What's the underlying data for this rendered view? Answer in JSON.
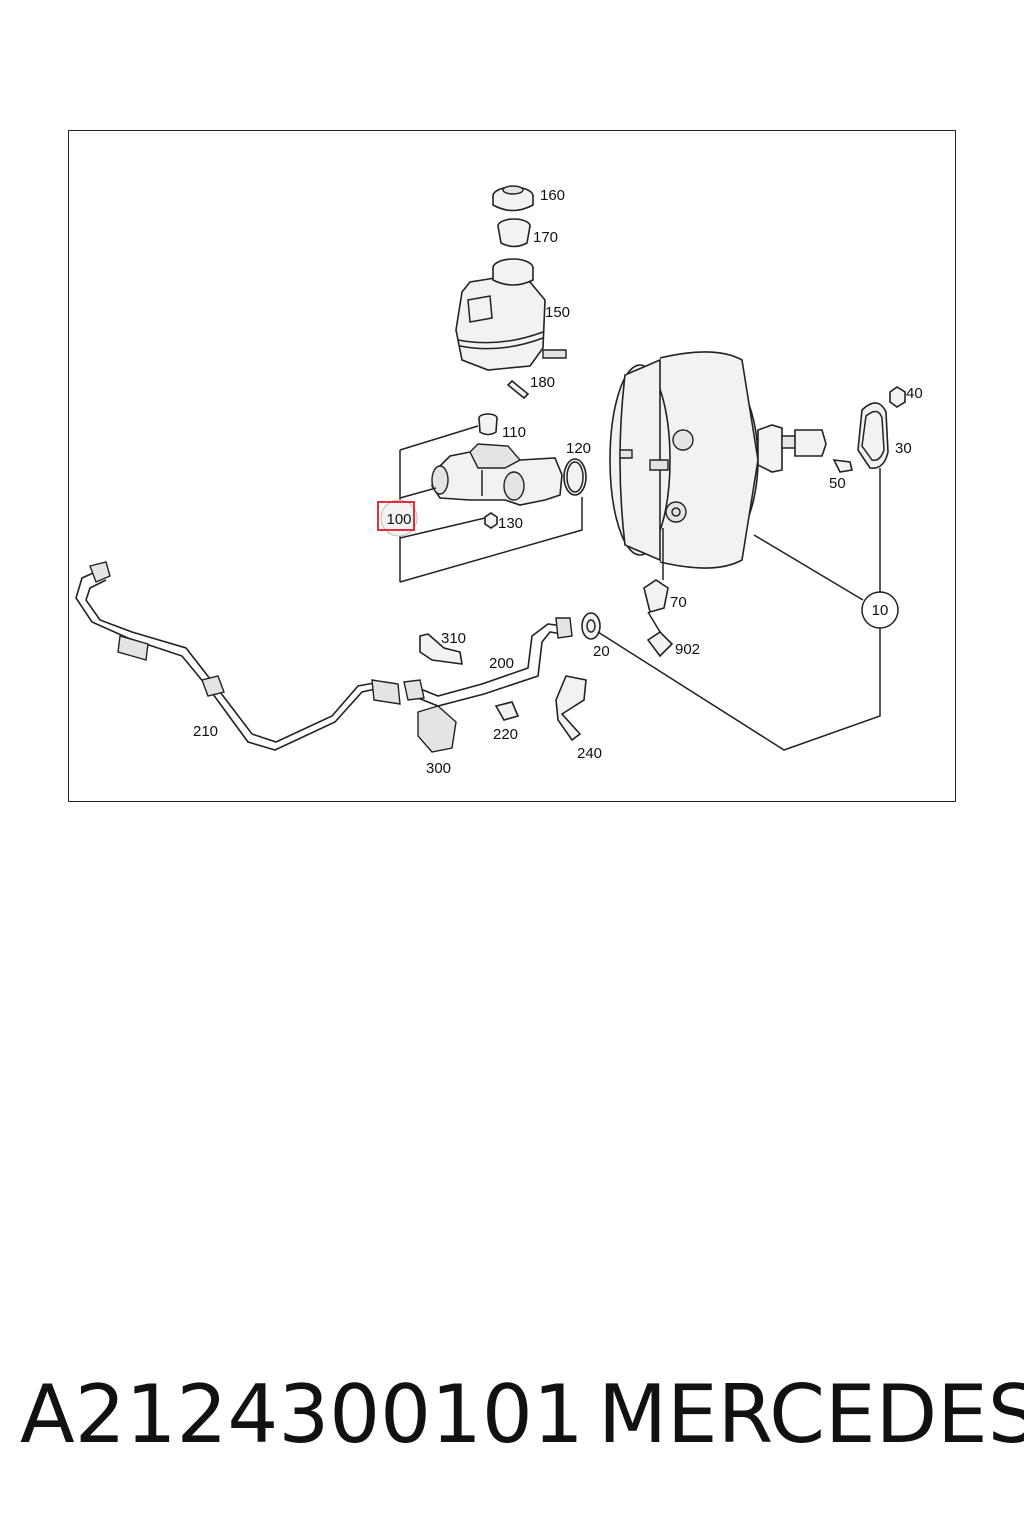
{
  "callouts": {
    "c160": "160",
    "c170": "170",
    "c150": "150",
    "c180": "180",
    "c110": "110",
    "c120": "120",
    "c100": "100",
    "c130": "130",
    "c40": "40",
    "c30": "30",
    "c50": "50",
    "c70": "70",
    "c10": "10",
    "c902": "902",
    "c20": "20",
    "c310": "310",
    "c200": "200",
    "c210": "210",
    "c220": "220",
    "c240": "240",
    "c300": "300"
  },
  "highlight": {
    "part": "100",
    "color": "#e0192a"
  },
  "caption": {
    "part_number": "A2124300101",
    "brand": "MERCEDES"
  }
}
